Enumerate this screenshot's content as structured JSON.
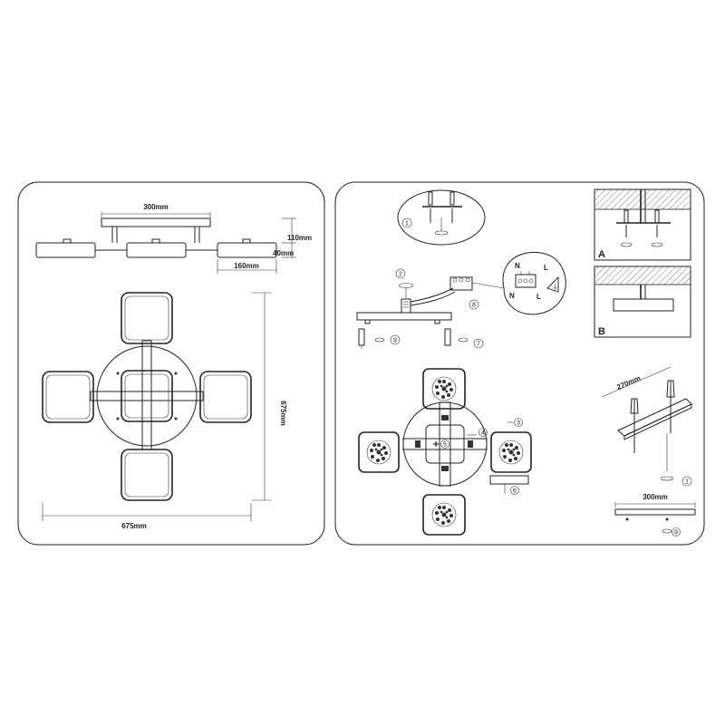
{
  "dimensions": {
    "top_width": "300mm",
    "height_110": "110mm",
    "height_40": "40mm",
    "module_width": "160mm",
    "plan_height": "675mm",
    "plan_width": "675mm",
    "rail_spacing": "270mm",
    "bar_width": "300mm"
  },
  "detail_labels": {
    "a": "A",
    "b": "B"
  },
  "wiring_labels": {
    "n": "N",
    "l": "L",
    "n2": "N",
    "l2": "L",
    "pe": "⏚"
  },
  "steps": [
    "1",
    "2",
    "3",
    "4",
    "5",
    "6",
    "7",
    "8",
    "9"
  ]
}
